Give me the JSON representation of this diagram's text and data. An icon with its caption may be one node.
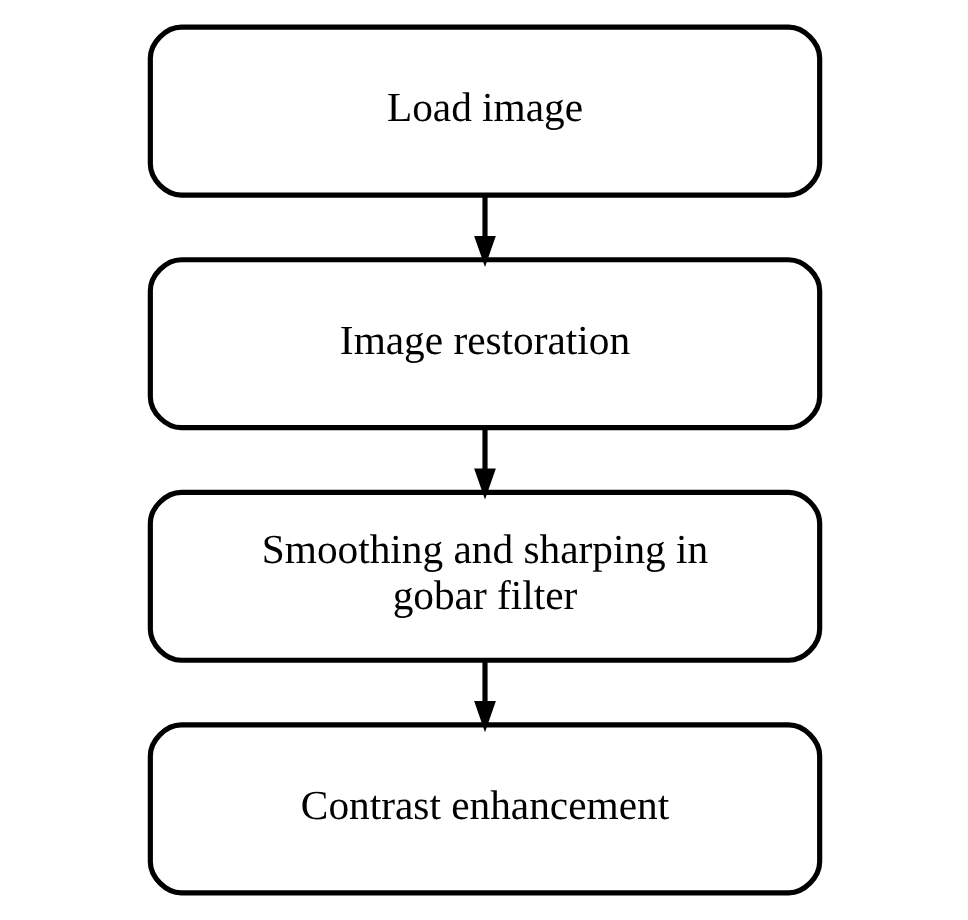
{
  "diagram": {
    "nodes": [
      {
        "text": [
          "Load image"
        ]
      },
      {
        "text": [
          "Image restoration"
        ]
      },
      {
        "text": [
          "Smoothing and sharping in gobar filter"
        ]
      },
      {
        "text": [
          "Contrast enhancement"
        ]
      }
    ],
    "edges": [
      {
        "from": 0,
        "to": 1,
        "arrow": "to"
      },
      {
        "from": 1,
        "to": 2,
        "arrow": "to"
      },
      {
        "from": 2,
        "to": 3,
        "arrow": "to"
      }
    ]
  }
}
